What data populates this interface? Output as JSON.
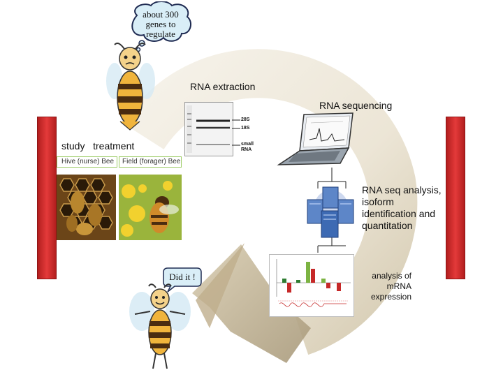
{
  "thought_bubble": {
    "text": "about 300 genes to regulate"
  },
  "speech_bubble": {
    "text": "Did it !"
  },
  "steps": {
    "rna_extraction": "RNA extraction",
    "rna_sequencing": "RNA sequencing",
    "rna_seq_analysis": "RNA seq analysis, isoform identification and quantitation",
    "mrna_expression": "analysis of mRNA expression"
  },
  "study": {
    "title": "study   treatment",
    "hive_label": "Hive (nurse) Bee",
    "field_label": "Field (forager) Bee"
  },
  "gel": {
    "band_28s": "28S",
    "band_18s": "18S",
    "band_small": "small RNA"
  },
  "colors": {
    "red_bar": "#d32f2f",
    "arrow_beige": "#e8e0cf",
    "label_green": "#9ccc65"
  }
}
